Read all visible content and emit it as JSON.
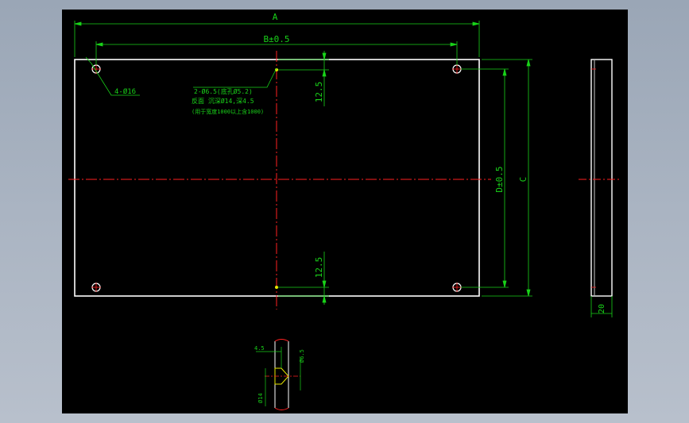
{
  "colors": {
    "background": "#000000",
    "outline": "#ffffff",
    "dimension": "#19d219",
    "centerline": "#ff2020",
    "annotation": "#e8e800"
  },
  "dimensions": {
    "width_overall": "A",
    "hole_spacing_x": "B±0.5",
    "height_overall": "C",
    "hole_spacing_y": "D±0.5",
    "top_offset": "12.5",
    "bottom_offset": "12.5",
    "thickness": "20"
  },
  "notes": {
    "mount_holes": "4-Ø16",
    "countersink_line1": "2-Ø6.5(底孔Ø5.2)",
    "countersink_line2": "反面 沉深Ø14,深4.5",
    "countersink_line3": "(用于宽度1000以上含1000)"
  },
  "section_detail": {
    "depth": "4.5",
    "hole_diameter": "Ø6.5",
    "counterbore_diameter": "Ø14"
  }
}
